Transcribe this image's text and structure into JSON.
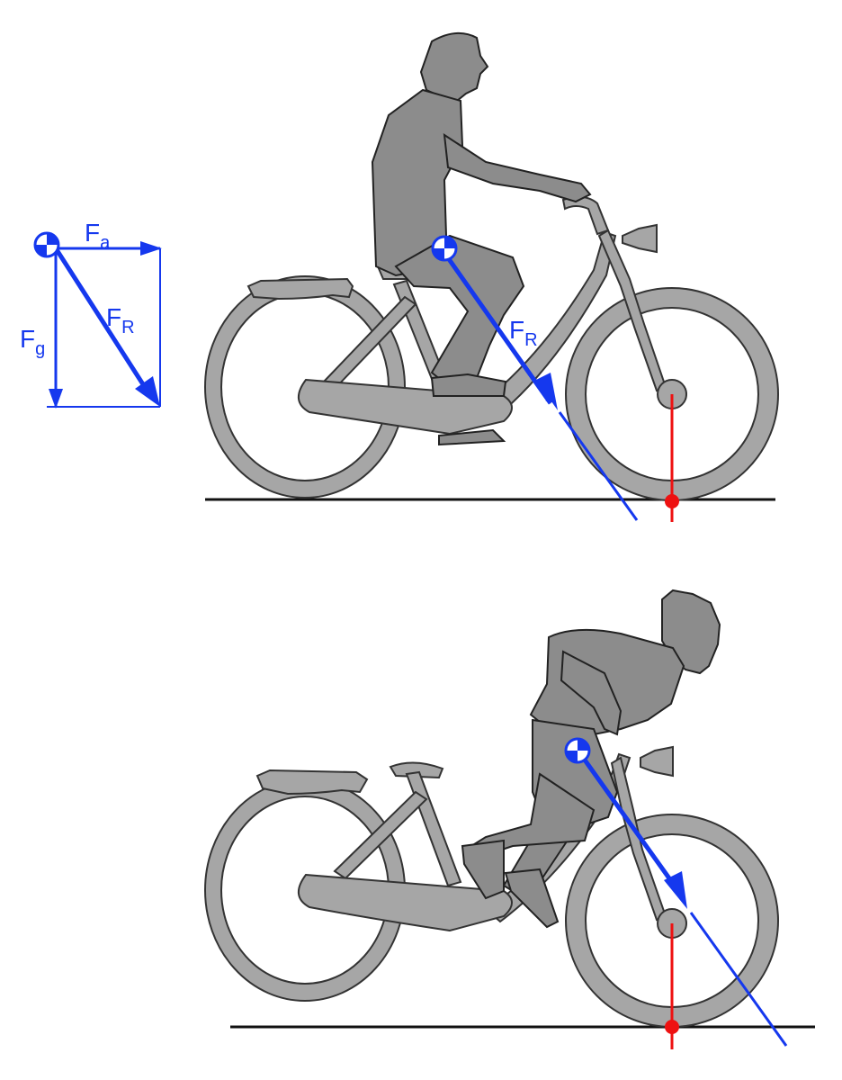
{
  "colors": {
    "force": "#1538ee",
    "contact": "#ee1111",
    "ground": "#111111",
    "figure_fill": "#8c8c8c",
    "bike_fill": "#a6a6a6",
    "outline": "#333333"
  },
  "legend": {
    "fa": {
      "main": "F",
      "sub": "a"
    },
    "fg": {
      "main": "F",
      "sub": "g"
    },
    "fr": {
      "main": "F",
      "sub": "R"
    }
  },
  "upper_scene": {
    "fr": {
      "main": "F",
      "sub": "R"
    }
  },
  "icons": {
    "center_of_mass": "center-of-mass-icon",
    "contact_point": "contact-point-icon"
  }
}
